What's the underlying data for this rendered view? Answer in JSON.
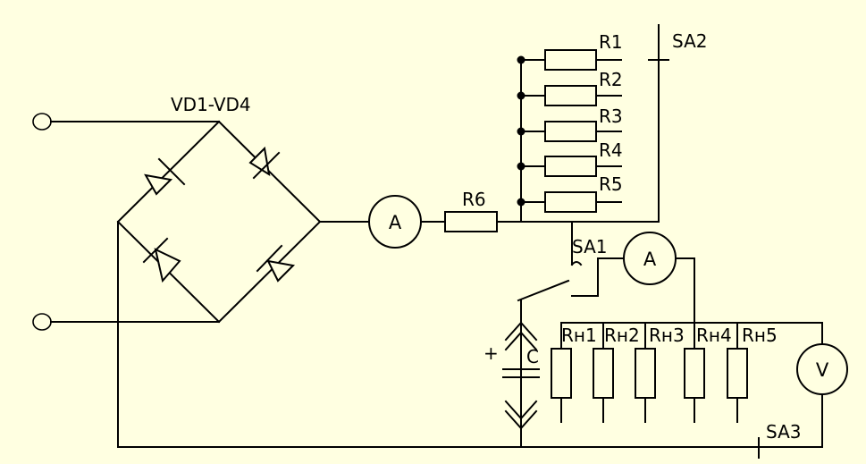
{
  "colors": {
    "background": "#ffffe1",
    "ink": "#000000"
  },
  "labels": {
    "bridge": "VD1-VD4",
    "r1": "R1",
    "r2": "R2",
    "r3": "R3",
    "r4": "R4",
    "r5": "R5",
    "r6": "R6",
    "sa1": "SA1",
    "sa2": "SA2",
    "sa3": "SA3",
    "ammeter_main": "A",
    "ammeter_load": "A",
    "voltmeter": "V",
    "capacitor": "C",
    "capacitor_plus": "+",
    "rn1": "Rн1",
    "rn2": "Rн2",
    "rn3": "Rн3",
    "rn4": "Rн4",
    "rn5": "Rн5"
  }
}
